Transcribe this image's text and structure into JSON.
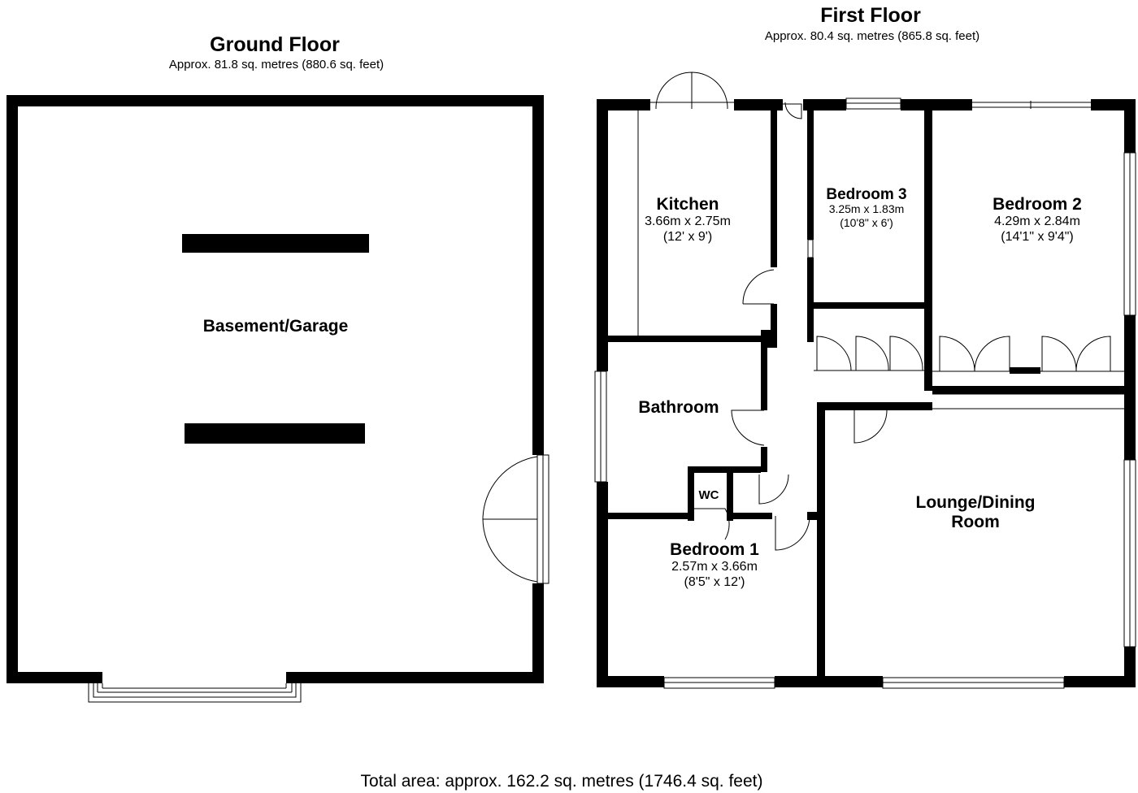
{
  "ground_floor": {
    "title": "Ground Floor",
    "area": "Approx. 81.8 sq. metres (880.6 sq. feet)",
    "rooms": {
      "basement": {
        "name": "Basement/Garage"
      }
    }
  },
  "first_floor": {
    "title": "First Floor",
    "area": "Approx. 80.4 sq. metres (865.8 sq. feet)",
    "rooms": {
      "kitchen": {
        "name": "Kitchen",
        "dim_m": "3.66m x 2.75m",
        "dim_ft": "(12' x 9')"
      },
      "bedroom3": {
        "name": "Bedroom 3",
        "dim_m": "3.25m x 1.83m",
        "dim_ft": "(10'8\" x 6')"
      },
      "bedroom2": {
        "name": "Bedroom 2",
        "dim_m": "4.29m x 2.84m",
        "dim_ft": "(14'1\" x 9'4\")"
      },
      "bathroom": {
        "name": "Bathroom"
      },
      "wc": {
        "name": "WC"
      },
      "bedroom1": {
        "name": "Bedroom 1",
        "dim_m": "2.57m x 3.66m",
        "dim_ft": "(8'5\" x 12')"
      },
      "lounge": {
        "name_line1": "Lounge/Dining",
        "name_line2": "Room"
      }
    }
  },
  "total_area": "Total area: approx. 162.2 sq. metres (1746.4 sq. feet)"
}
